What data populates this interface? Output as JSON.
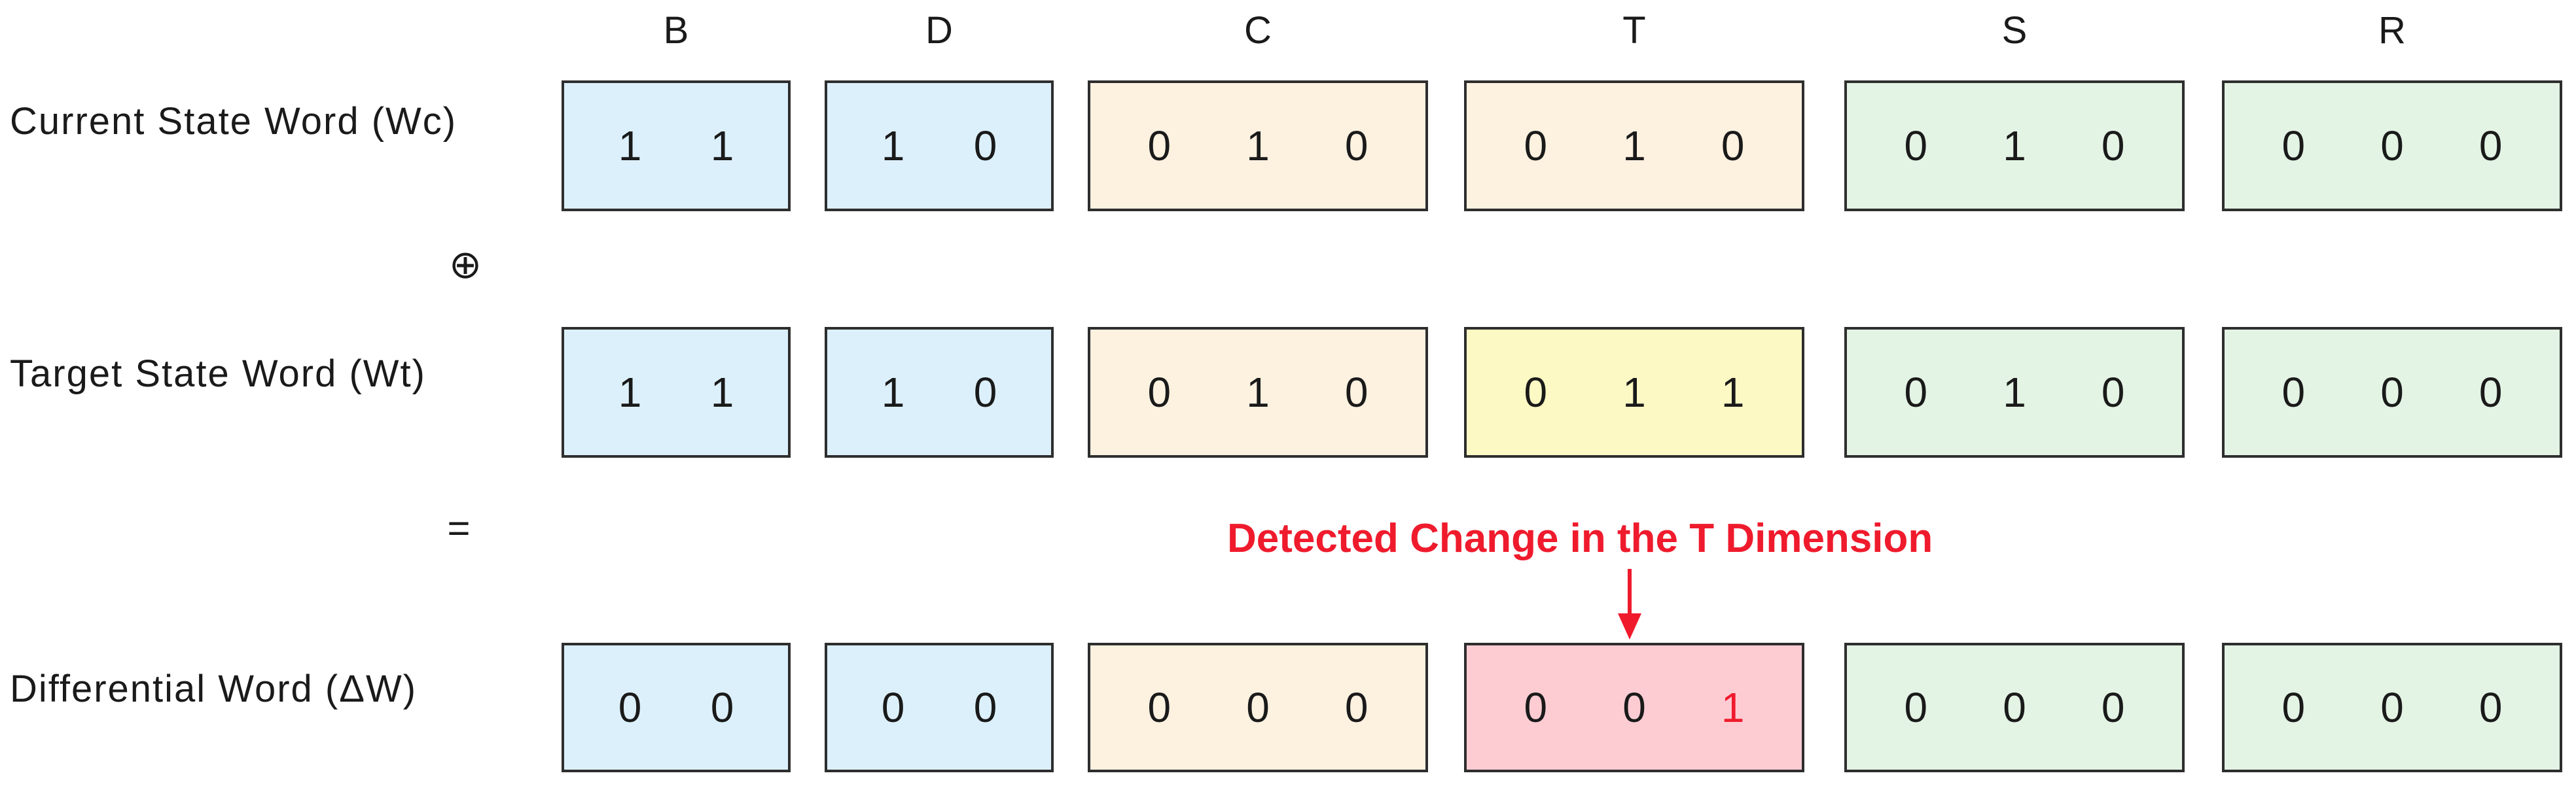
{
  "colors": {
    "blue": "#dcf0fb",
    "orange": "#fdf1e0",
    "yellow": "#fdf9c4",
    "green": "#e3f3e4",
    "red": "#fdccd3",
    "accent": "#ef1b2d"
  },
  "columns": [
    {
      "key": "b",
      "label": "B"
    },
    {
      "key": "d",
      "label": "D"
    },
    {
      "key": "c",
      "label": "C"
    },
    {
      "key": "t",
      "label": "T"
    },
    {
      "key": "s",
      "label": "S"
    },
    {
      "key": "r",
      "label": "R"
    }
  ],
  "rows": [
    {
      "key": "current",
      "label": "Current State Word (Wc)",
      "groups": [
        {
          "col": "b",
          "color": "blue",
          "bits": [
            "1",
            "1"
          ]
        },
        {
          "col": "d",
          "color": "blue",
          "bits": [
            "1",
            "0"
          ]
        },
        {
          "col": "c",
          "color": "orange",
          "bits": [
            "0",
            "1",
            "0"
          ]
        },
        {
          "col": "t",
          "color": "orange",
          "bits": [
            "0",
            "1",
            "0"
          ]
        },
        {
          "col": "s",
          "color": "green",
          "bits": [
            "0",
            "1",
            "0"
          ]
        },
        {
          "col": "r",
          "color": "green",
          "bits": [
            "0",
            "0",
            "0"
          ]
        }
      ]
    },
    {
      "key": "target",
      "label": "Target State Word (Wt)",
      "groups": [
        {
          "col": "b",
          "color": "blue",
          "bits": [
            "1",
            "1"
          ]
        },
        {
          "col": "d",
          "color": "blue",
          "bits": [
            "1",
            "0"
          ]
        },
        {
          "col": "c",
          "color": "orange",
          "bits": [
            "0",
            "1",
            "0"
          ]
        },
        {
          "col": "t",
          "color": "yellow",
          "bits": [
            "0",
            "1",
            "1"
          ]
        },
        {
          "col": "s",
          "color": "green",
          "bits": [
            "0",
            "1",
            "0"
          ]
        },
        {
          "col": "r",
          "color": "green",
          "bits": [
            "0",
            "0",
            "0"
          ]
        }
      ]
    },
    {
      "key": "differential",
      "label": "Differential Word (ΔW)",
      "groups": [
        {
          "col": "b",
          "color": "blue",
          "bits": [
            "0",
            "0"
          ]
        },
        {
          "col": "d",
          "color": "blue",
          "bits": [
            "0",
            "0"
          ]
        },
        {
          "col": "c",
          "color": "orange",
          "bits": [
            "0",
            "0",
            "0"
          ]
        },
        {
          "col": "t",
          "color": "red",
          "bits": [
            "0",
            "0",
            "1"
          ],
          "highlight_index": 2
        },
        {
          "col": "s",
          "color": "green",
          "bits": [
            "0",
            "0",
            "0"
          ]
        },
        {
          "col": "r",
          "color": "green",
          "bits": [
            "0",
            "0",
            "0"
          ]
        }
      ]
    }
  ],
  "operators": {
    "xor": "⊕",
    "equals": "="
  },
  "annotation": "Detected Change in the T Dimension"
}
